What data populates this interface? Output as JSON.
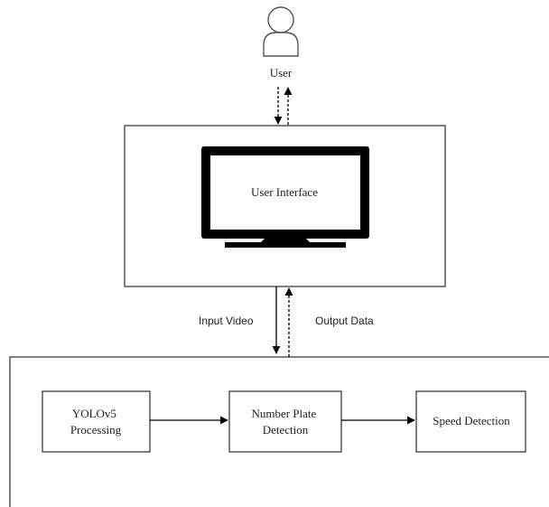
{
  "user": {
    "label": "User",
    "icon": "person-icon"
  },
  "ui_box": {
    "label": "User Interface",
    "icon": "monitor-icon"
  },
  "flows": {
    "input_label": "Input Video",
    "output_label": "Output Data"
  },
  "pipeline": {
    "steps": [
      {
        "lines": [
          "YOLOv5",
          "Processing"
        ]
      },
      {
        "lines": [
          "Number Plate",
          "Detection"
        ]
      },
      {
        "lines": [
          "Speed Detection"
        ]
      }
    ]
  }
}
